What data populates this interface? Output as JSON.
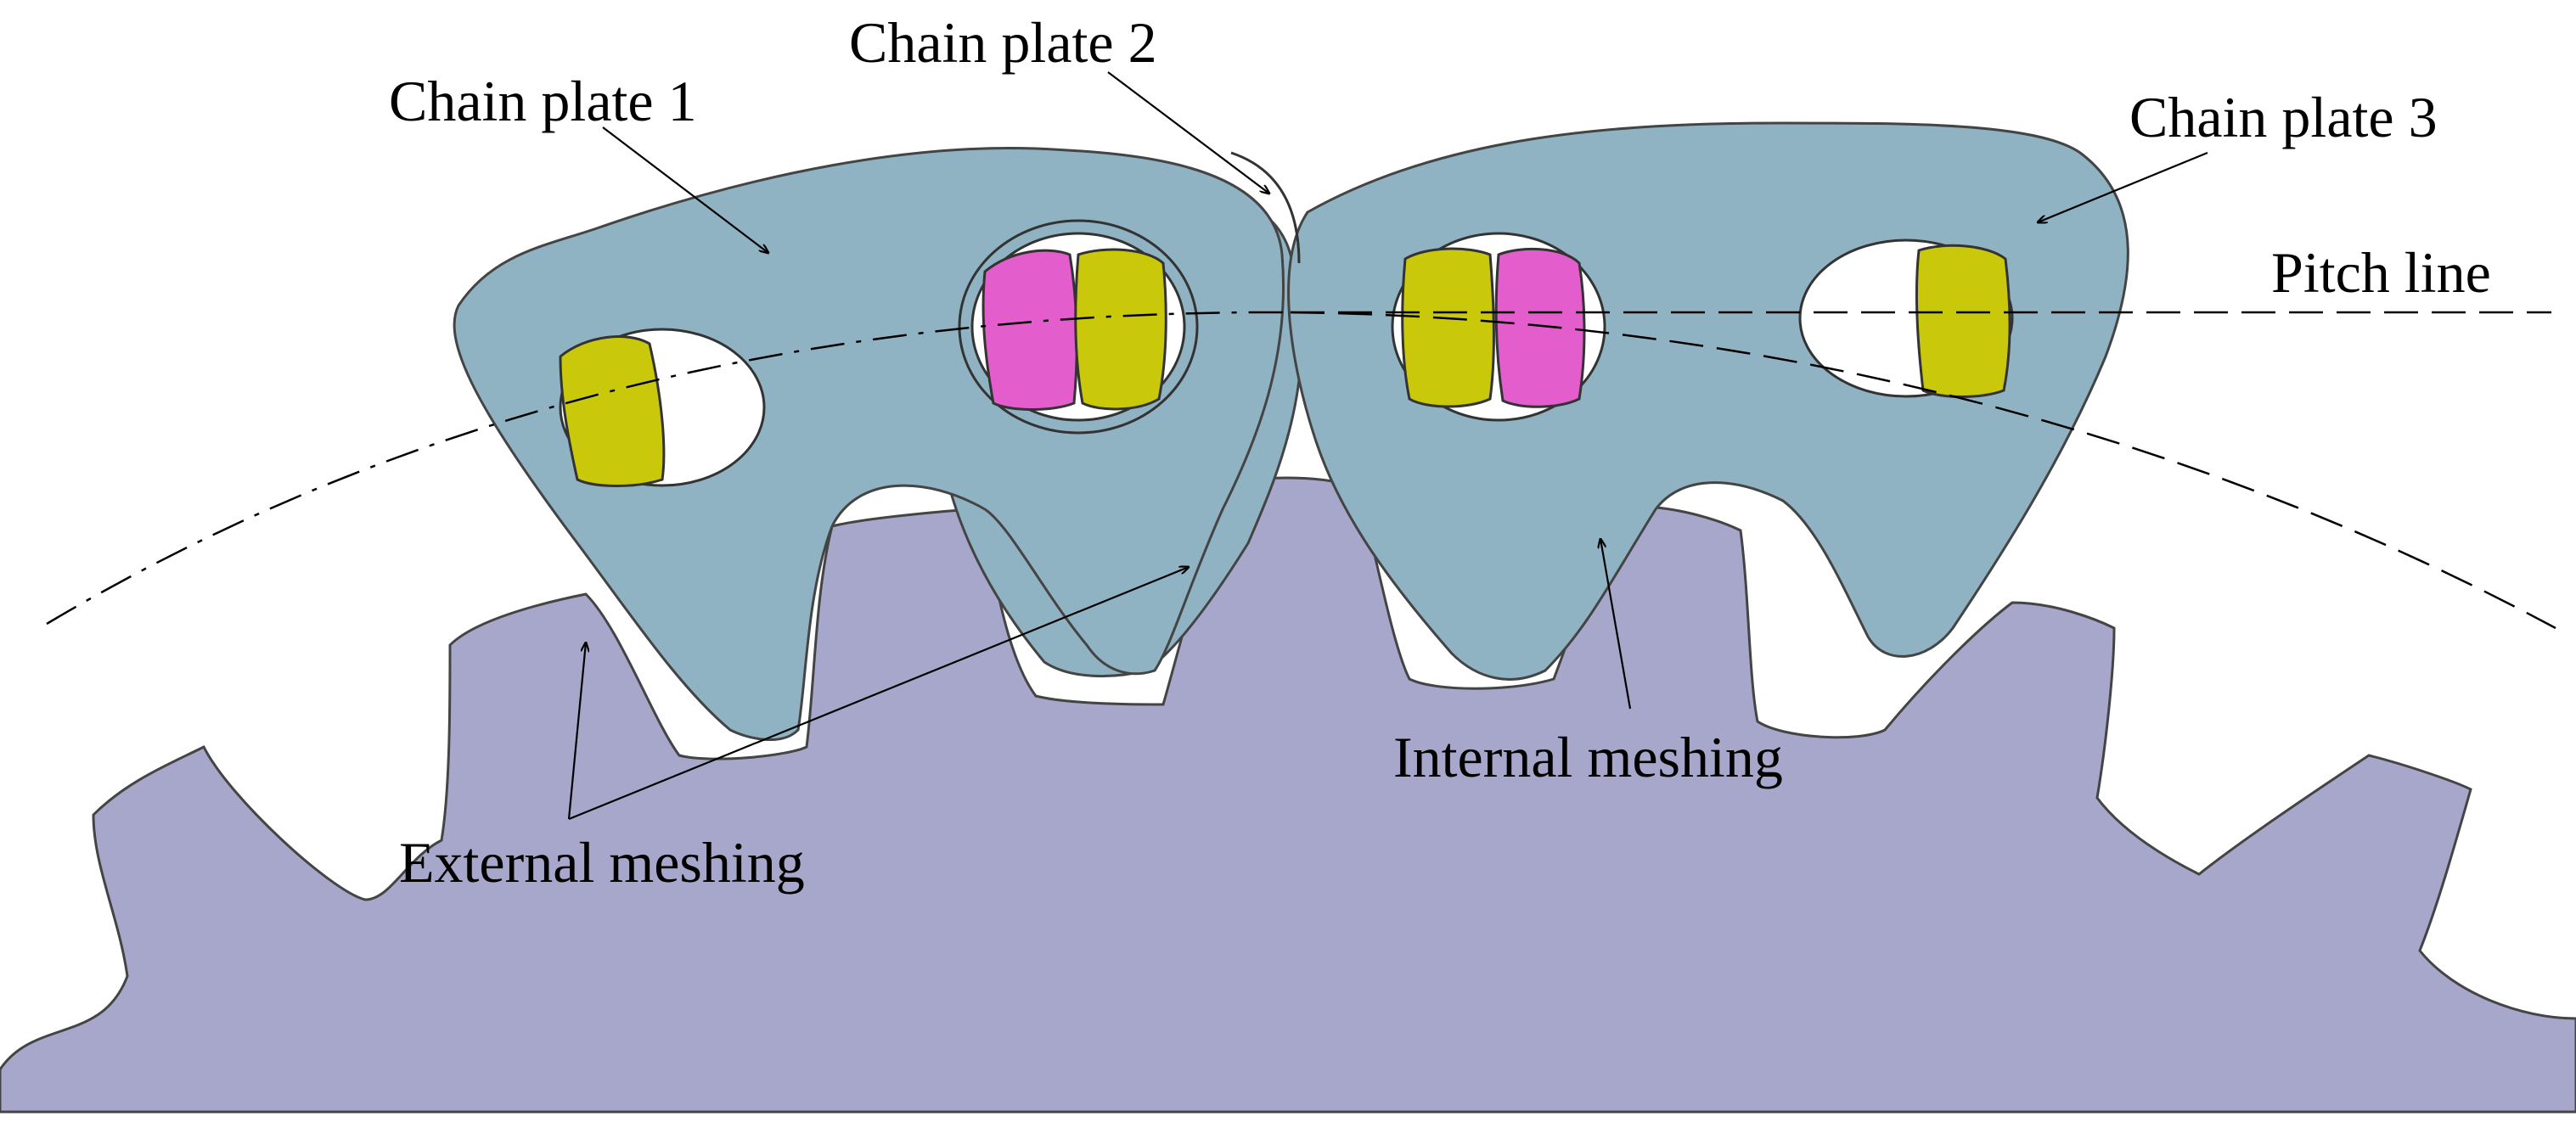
{
  "labels": {
    "chain_plate_1": "Chain plate 1",
    "chain_plate_2": "Chain plate 2",
    "chain_plate_3": "Chain plate 3",
    "pitch_line": "Pitch line",
    "internal_meshing": "Internal meshing",
    "external_meshing": "External meshing"
  },
  "colors": {
    "sprocket_fill": "#a7a7cb",
    "plate_fill": "#8fb3c3",
    "pin_yellow": "#c9c80a",
    "pin_magenta": "#e35dcd",
    "outline": "#333333"
  }
}
